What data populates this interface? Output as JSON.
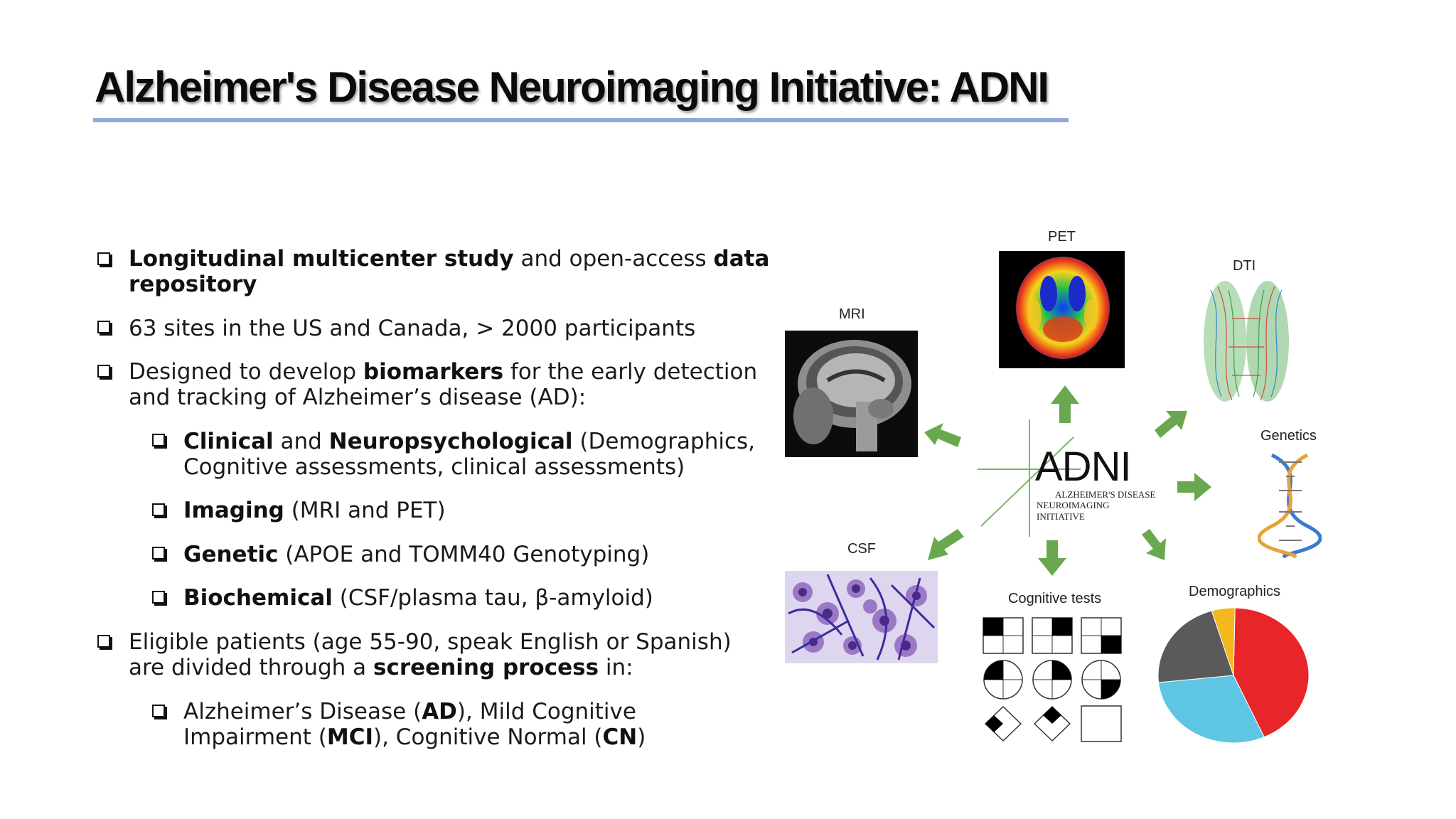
{
  "slide": {
    "title": "Alzheimer's Disease Neuroimaging Initiative: ADNI",
    "accent_color": "#93a9d8"
  },
  "bullets": {
    "b1": {
      "bold1": "Longitudinal multicenter study",
      "mid": " and open-access ",
      "bold2": "data",
      "line2": "repository"
    },
    "b2": {
      "text": "63 sites in the US and Canada,  > 2000 participants"
    },
    "b3": {
      "pre": "Designed to develop ",
      "bold": "biomarkers",
      "post": " for the early detection",
      "line2": "and tracking of Alzheimer’s disease (AD):"
    },
    "s1": {
      "bold1": "Clinical",
      "mid": " and ",
      "bold2": "Neuropsychological",
      "post": " (Demographics,",
      "line2": "Cognitive assessments, clinical assessments)"
    },
    "s2": {
      "bold": "Imaging",
      "post": " (MRI and PET)"
    },
    "s3": {
      "bold": "Genetic",
      "post": " (APOE and TOMM40 Genotyping)"
    },
    "s4": {
      "bold": "Biochemical",
      "post": " (CSF/plasma tau, β-amyloid)"
    },
    "b4": {
      "line1": "Eligible patients (age 55-90, speak English or Spanish)",
      "pre2": "are divided through a ",
      "bold": "screening process",
      "post2": " in:"
    },
    "s5": {
      "pre1": "Alzheimer’s Disease (",
      "bold1": "AD",
      "mid1": "), Mild Cognitive",
      "pre2": "Impairment (",
      "bold2": "MCI",
      "mid2": "), Cognitive Normal (",
      "bold3": "CN",
      "post2": ")"
    }
  },
  "diagram": {
    "labels": {
      "pet": "PET",
      "dti": "DTI",
      "mri": "MRI",
      "genetics": "Genetics",
      "csf": "CSF",
      "cognitive": "Cognitive tests",
      "demographics": "Demographics"
    },
    "logo": {
      "main": "ADNI",
      "sub1": "ALZHEIMER'S DISEASE",
      "sub2": "NEUROIMAGING INITIATIVE"
    },
    "arrow_color": "#6aa84f",
    "pie_colors": [
      "#e8262a",
      "#5ec5e3",
      "#5a5a5a",
      "#f2b81d"
    ]
  }
}
